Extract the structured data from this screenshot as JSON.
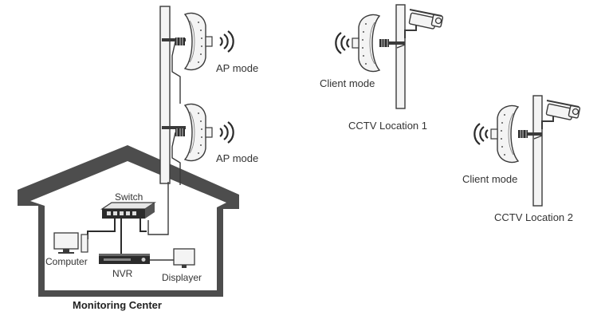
{
  "labels": {
    "ap_mode_1": "AP mode",
    "ap_mode_2": "AP mode",
    "client_mode_1": "Client mode",
    "client_mode_2": "Client mode",
    "cctv_location_1": "CCTV Location 1",
    "cctv_location_2": "CCTV Location 2",
    "switch": "Switch",
    "computer": "Computer",
    "nvr": "NVR",
    "displayer": "Displayer",
    "monitoring_center": "Monitoring Center"
  },
  "icons": {
    "access_point": "cpe-antenna-icon",
    "camera": "cctv-camera-icon",
    "signal": "wifi-signal-icon",
    "switch": "network-switch-icon",
    "computer": "desktop-computer-icon",
    "nvr": "nvr-recorder-icon",
    "monitor": "monitor-icon"
  },
  "colors": {
    "line": "#3a3a3a",
    "house_roof": "#4d4d4d",
    "fill_light": "#f4f4f4",
    "device_dark": "#2b2b2b",
    "text": "#333333"
  }
}
